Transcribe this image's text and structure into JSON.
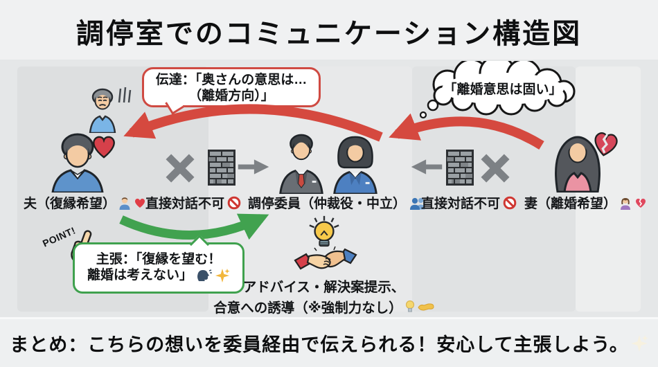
{
  "title": "調停室でのコミュニケーション構造図",
  "speech": {
    "relay_line1": "伝達：「奥さんの意思は…",
    "relay_line2": "（離婚方向）」",
    "thought": "「離婚意思は固い」",
    "claim_line1": "主張：「復縁を望む！",
    "claim_line2": "離婚は考えない」",
    "point": "POINT!"
  },
  "actors": {
    "husband_label": "夫（復縁希望）",
    "mediators_label": "調停委員（仲裁役・中立）",
    "wife_label": "妻（離婚希望）"
  },
  "barriers": {
    "left_label": "直接対話不可",
    "right_label": "直接対話不可"
  },
  "advice": {
    "line1": "アドバイス・解決案提示、",
    "line2": "合意への誘導（※強制力なし）"
  },
  "summary": "まとめ：こちらの想いを委員経由で伝えられる！安心して主張しよう。",
  "colors": {
    "red_accent": "#cf4a42",
    "green_accent": "#3fa14e",
    "gray_icon": "#7d8185",
    "heart_red": "#d6404a",
    "suit_blue": "#4d80c1",
    "shirt_blue": "#5e93cb",
    "dress_pink": "#ea93a3",
    "bulb_yellow": "#f7c94b",
    "gold": "#f2b63c"
  },
  "icons": {
    "heart-icon": "♥",
    "broken-heart-icon": "💔",
    "no-entry-icon": "🚫",
    "person-man-icon": "👨",
    "person-woman-icon": "👩",
    "people-icon": "👥",
    "speaking-head-icon": "🗣",
    "sparkle-icon": "✨",
    "lightbulb-icon": "💡",
    "handshake-icon": "🤝",
    "brick-wall-icon": "🧱",
    "cross-icon": "✕",
    "pointing-hand-icon": "☝",
    "thought-bubble": "💭"
  }
}
